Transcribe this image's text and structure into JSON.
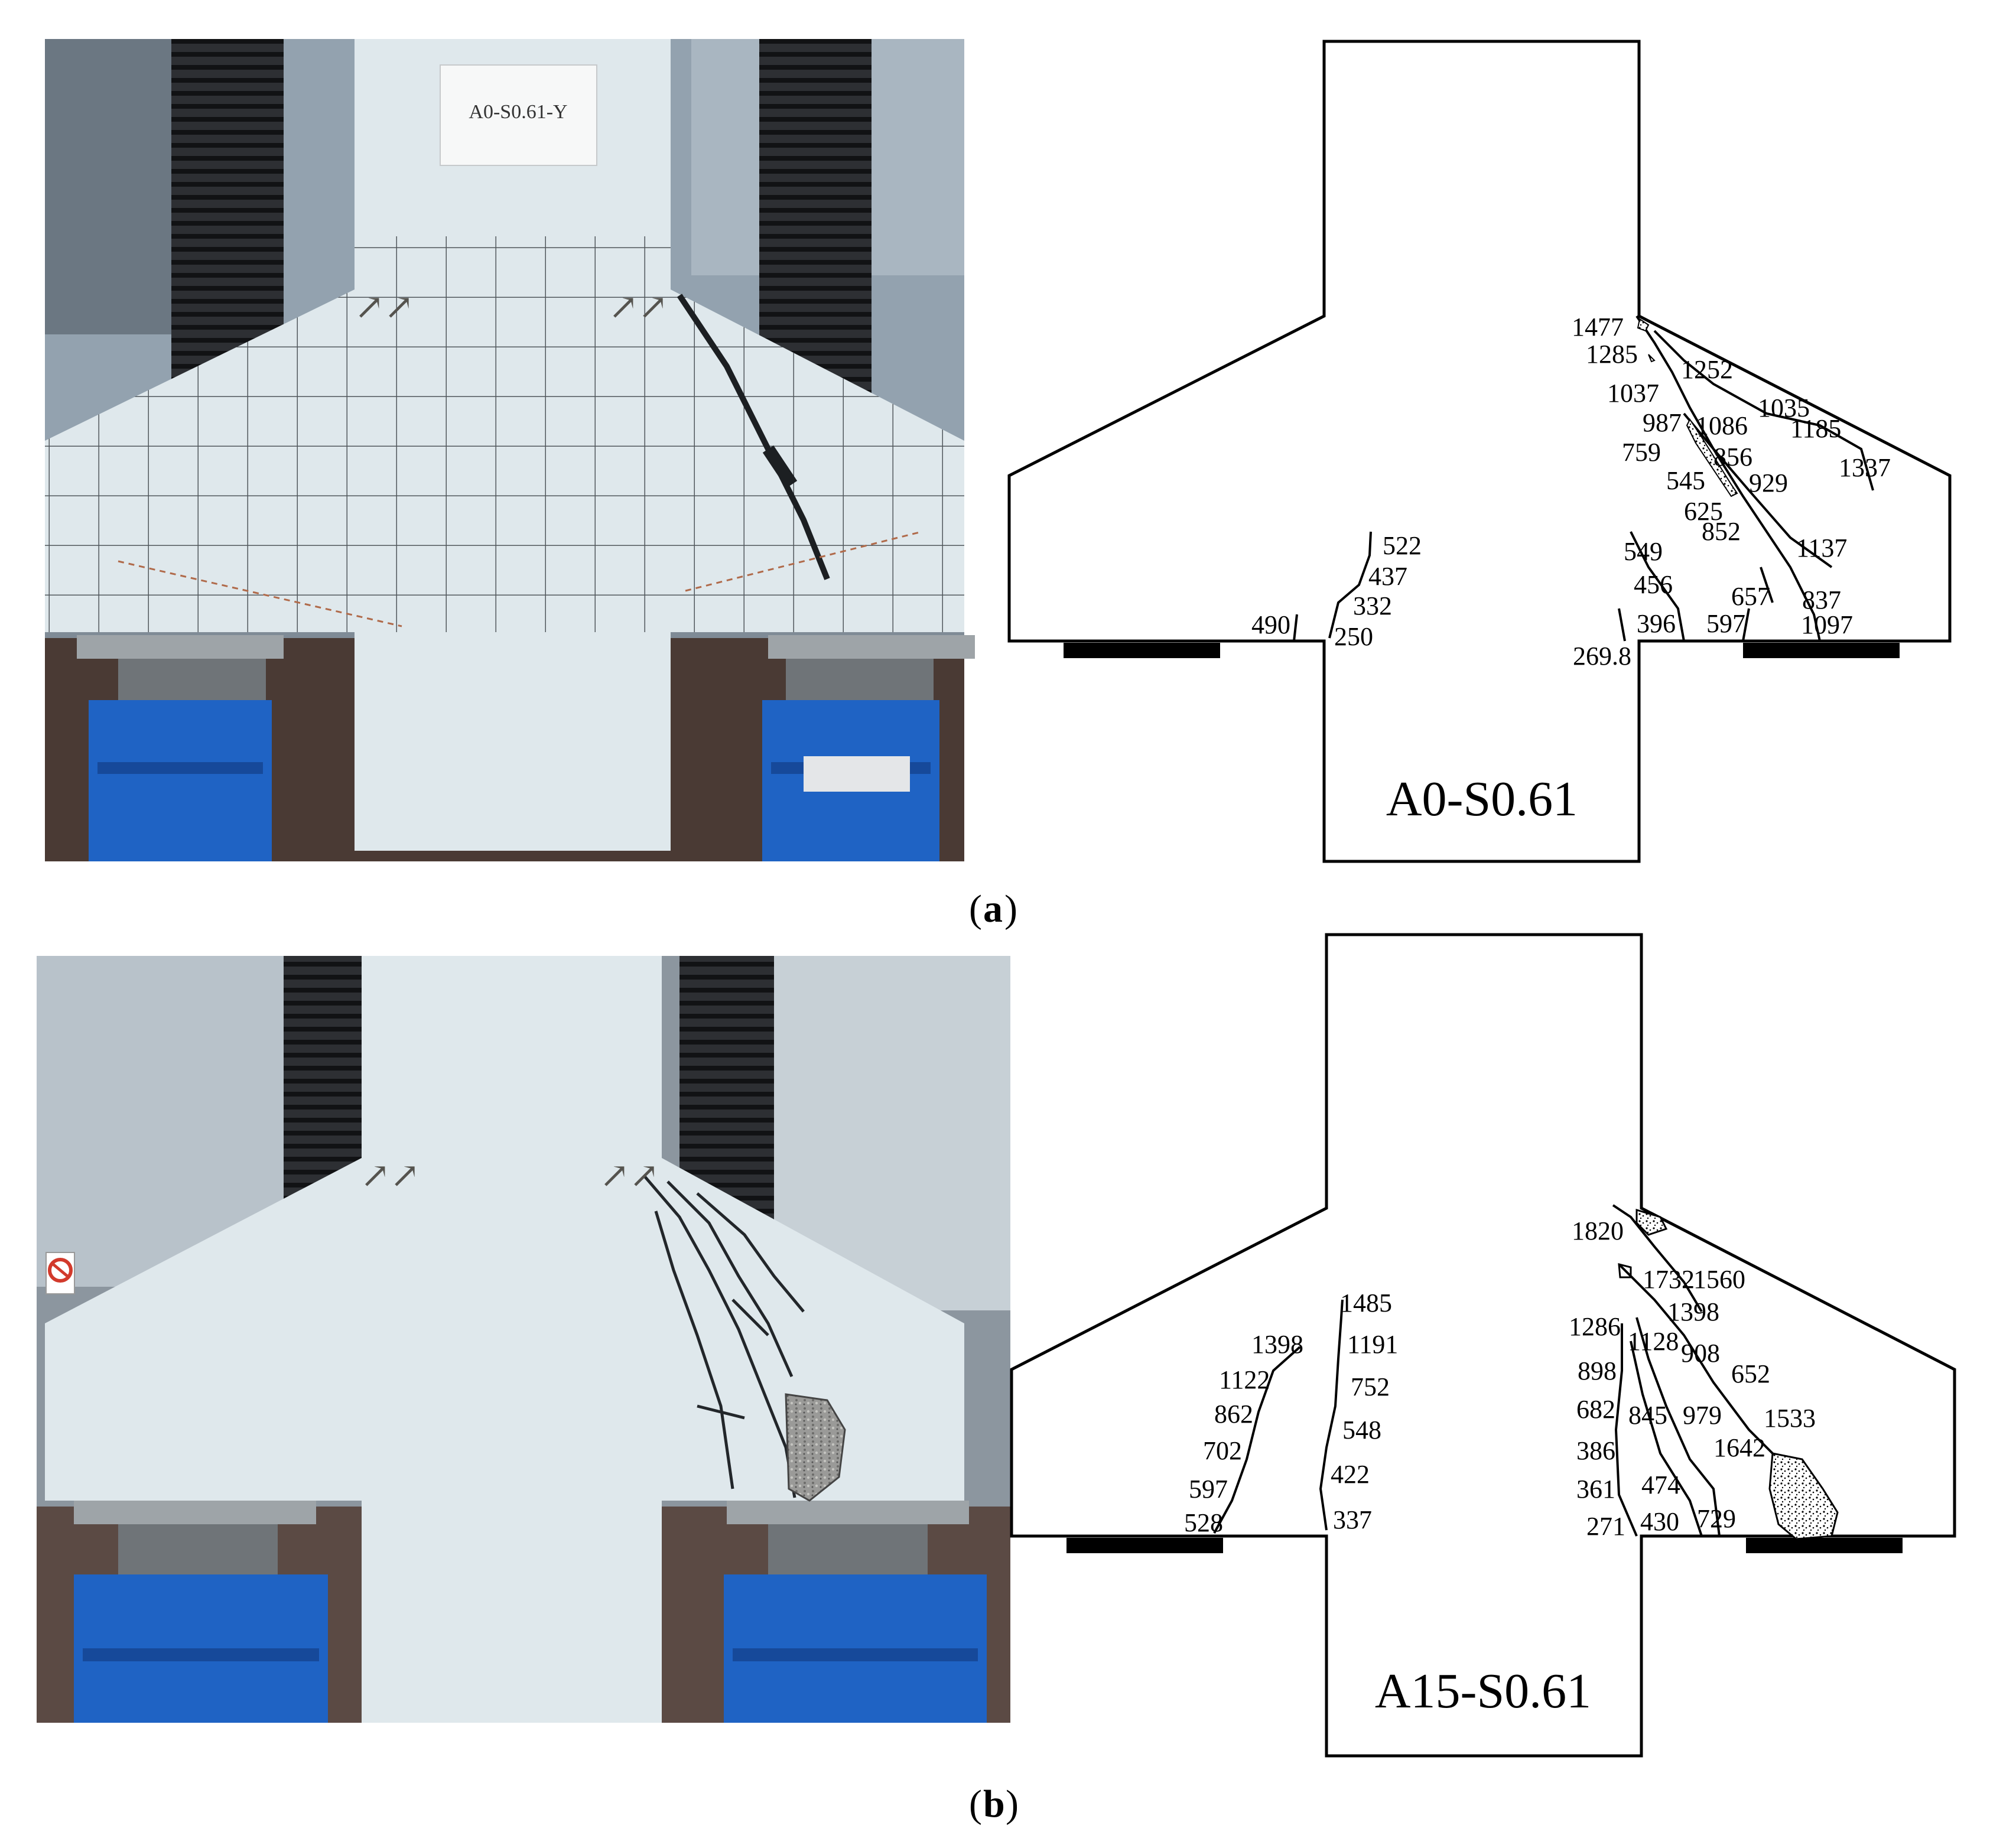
{
  "panels": [
    {
      "id": "a",
      "letter": "a",
      "photo_label": "A0-S0.61-Y",
      "specimen": "A0-S0.61",
      "left_labels": [
        "522",
        "437",
        "332",
        "250",
        "490"
      ],
      "right_labels": [
        "1477",
        "1285",
        "1252",
        "1037",
        "1035",
        "1185",
        "987",
        "1086",
        "759",
        "856",
        "545",
        "929",
        "1337",
        "625",
        "852",
        "1137",
        "549",
        "456",
        "657",
        "837",
        "396",
        "597",
        "1097",
        "269.8"
      ]
    },
    {
      "id": "b",
      "letter": "b",
      "photo_label": "",
      "specimen": "A15-S0.61",
      "left_labels": [
        "1398",
        "1122",
        "862",
        "702",
        "597",
        "528",
        "1485",
        "1191",
        "752",
        "548",
        "422",
        "337"
      ],
      "right_labels": [
        "1820",
        "1732",
        "1560",
        "1398",
        "1286",
        "1128",
        "908",
        "652",
        "898",
        "682",
        "845",
        "979",
        "1533",
        "1642",
        "386",
        "361",
        "474",
        "271",
        "430",
        "729"
      ]
    }
  ],
  "colors": {
    "paint": "#dfe8ec",
    "jack": "#2d2f33",
    "support_blue": "#1f63c4",
    "lab_wall": "#8b98a4",
    "outline": "#000000"
  },
  "icons": [
    "no-entry-sign-icon"
  ]
}
